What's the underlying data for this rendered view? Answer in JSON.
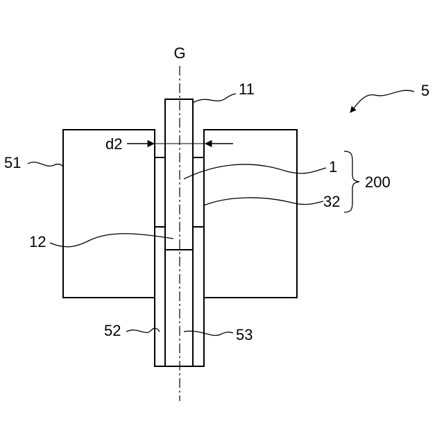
{
  "figure": {
    "axis_label": "G",
    "labels": {
      "device": "5",
      "rod_top": "11",
      "gap": "d2",
      "block": "51",
      "rod": "1",
      "assembly": "200",
      "sleeve": "32",
      "rod_end": "12",
      "lower_tube": "52",
      "lower_core": "53"
    },
    "colors": {
      "stroke": "#000000",
      "background": "#ffffff"
    }
  }
}
